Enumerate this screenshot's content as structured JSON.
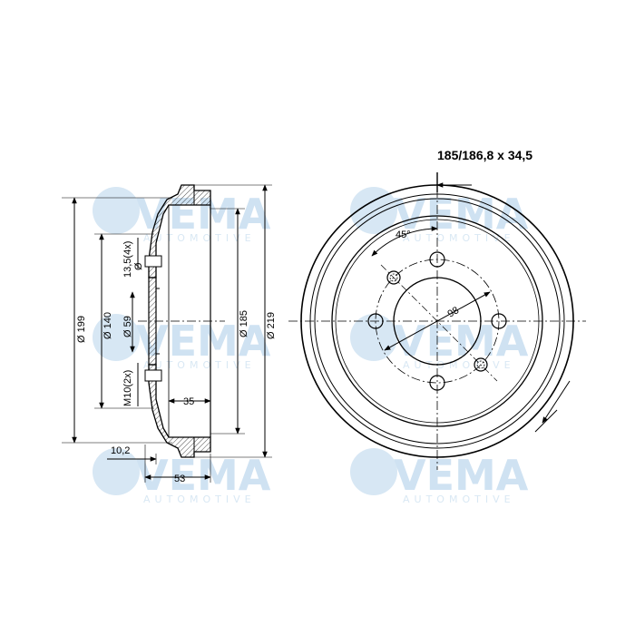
{
  "watermark": {
    "brand": "VEMA",
    "sub": "AUTOMOTIVE",
    "color": "#cfe2f2"
  },
  "drawing": {
    "spec_title": "185/186,8 x 34,5",
    "side_view": {
      "dia_199": "Ø 199",
      "dia_140": "Ø 140",
      "dia_59": "Ø 59",
      "dia_185": "Ø 185",
      "dia_219": "Ø 219",
      "hole_13_5": "13,5(4x)",
      "hole_dia": "Ø",
      "thread_m10": "M10(2x)",
      "dim_35": "35",
      "dim_10_2": "10,2",
      "dim_53": "53"
    },
    "front_view": {
      "angle_45": "45°",
      "pcd_98": "98"
    }
  }
}
